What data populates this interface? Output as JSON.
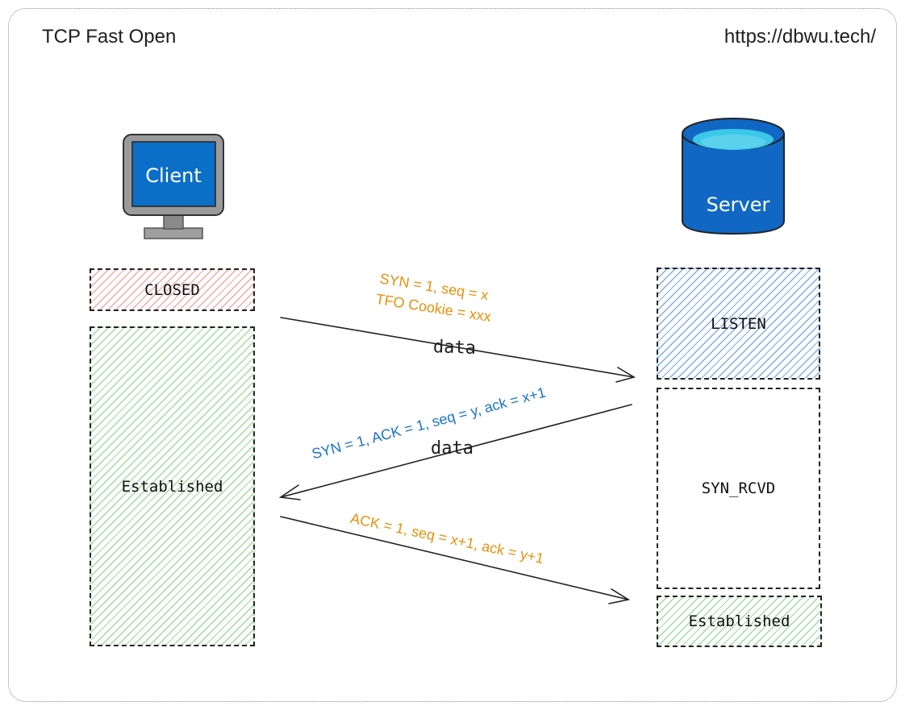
{
  "header": {
    "title": "TCP Fast Open",
    "url": "https://dbwu.tech/"
  },
  "client": {
    "label": "Client",
    "states": [
      "CLOSED",
      "Established"
    ]
  },
  "server": {
    "label": "Server",
    "states": [
      "LISTEN",
      "SYN_RCVD",
      "Established"
    ]
  },
  "messages": [
    {
      "lines": [
        "SYN = 1,  seq = x",
        "TFO Cookie = xxx"
      ],
      "payload": "data",
      "direction": "client-to-server",
      "color": "#e8900c"
    },
    {
      "lines": [
        "SYN = 1, ACK = 1,  seq = y,  ack = x+1"
      ],
      "payload": "data",
      "direction": "server-to-client",
      "color": "#1a73c8"
    },
    {
      "lines": [
        "ACK = 1,  seq = x+1,  ack = y+1"
      ],
      "payload": "",
      "direction": "client-to-server",
      "color": "#e8900c"
    }
  ],
  "colors": {
    "closed": "#f07878",
    "established": "#5ac85a",
    "listen": "#468cdc",
    "monitor": "#0b6fc7",
    "server": "#1068c4"
  }
}
